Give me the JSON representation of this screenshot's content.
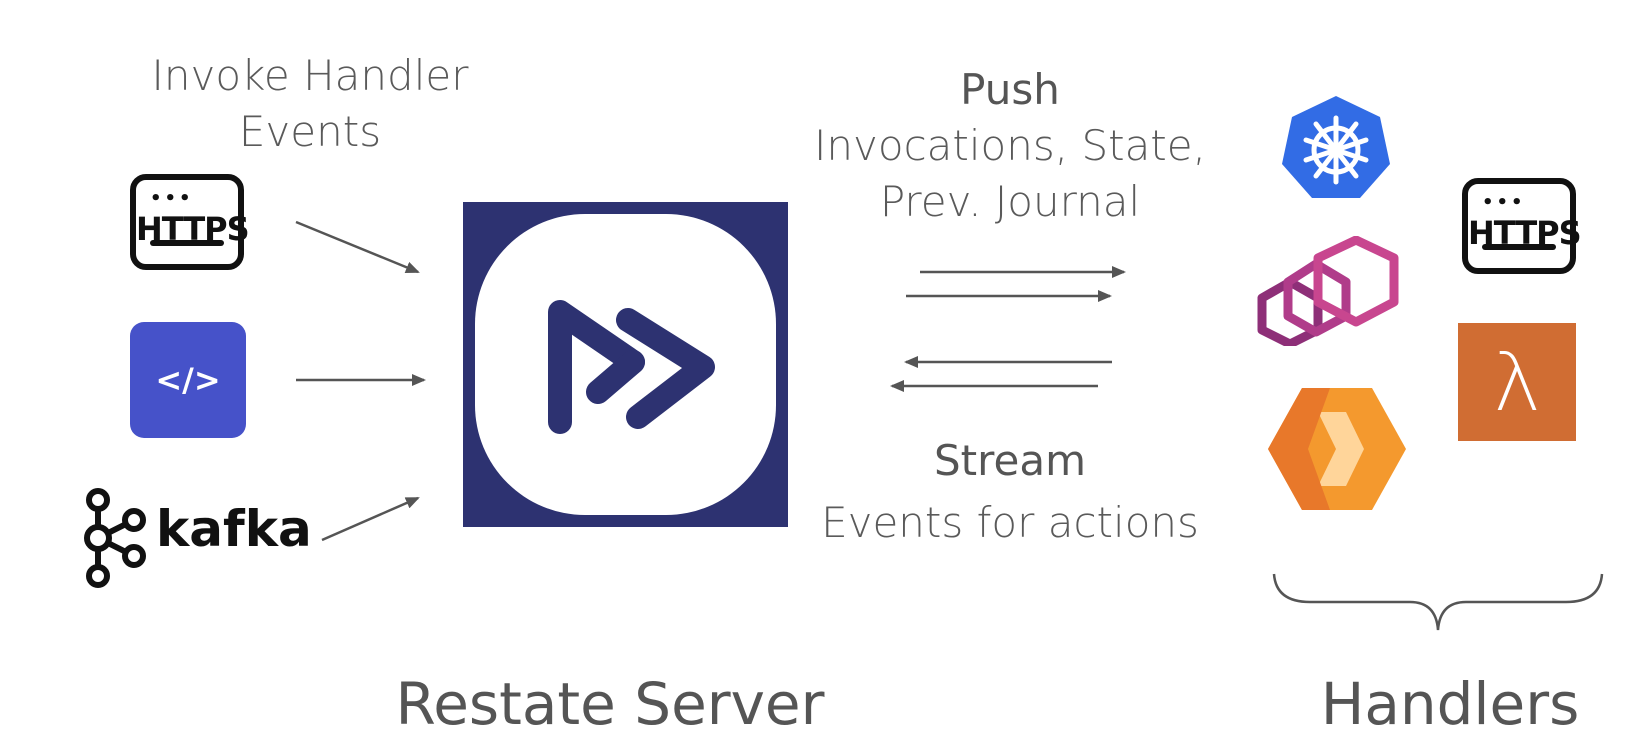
{
  "labels": {
    "invoke_line1": "Invoke Handler",
    "invoke_line2": "Events",
    "push_title": "Push",
    "push_line1": "Invocations, State,",
    "push_line2": "Prev. Journal",
    "stream_title": "Stream",
    "stream_line1": "Events for actions",
    "server": "Restate Server",
    "handlers": "Handlers"
  },
  "icons": {
    "https_text": "HTTPS",
    "https_dots": "•••",
    "code_symbol": "</>",
    "kafka_text": "kafka",
    "lambda_symbol": "λ"
  },
  "colors": {
    "restate_navy": "#2d3271",
    "code_blue": "#4652c9",
    "kubernetes_blue": "#326ce5",
    "envoy_magenta": "#c23a8e",
    "cloud_run_orange": "#f4992e",
    "lambda_orange": "#d06d33",
    "arrow_gray": "#555555"
  }
}
